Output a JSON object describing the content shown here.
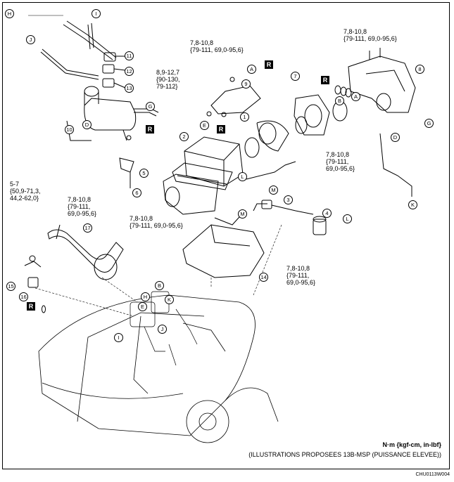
{
  "part_numbers": [
    "1",
    "2",
    "3",
    "4",
    "5",
    "6",
    "7",
    "8",
    "9",
    "10",
    "11",
    "12",
    "13",
    "14",
    "15",
    "16",
    "17"
  ],
  "hose_letters": [
    "A",
    "A",
    "B",
    "B",
    "D",
    "D",
    "E",
    "E",
    "G",
    "G",
    "H",
    "H",
    "I",
    "I",
    "J",
    "J",
    "K",
    "K",
    "L",
    "L",
    "M",
    "M"
  ],
  "o_ring_mark": "R",
  "torque_specs": {
    "t1": "7,8-10,8\n{79-111, 69,0-95,6}",
    "t2": "7,8-10,8\n{79-111, 69,0-95,6}",
    "t3": "8,9-12,7\n{90-130,\n79-112}",
    "t4": "7,8-10,8\n{79-111,\n69,0-95,6}",
    "t5": "5-7\n{50,9-71,3,\n44,2-62,0}",
    "t6": "7,8-10,8\n{79-111,\n69,0-95,6}",
    "t7": "7,8-10,8\n{79-111, 69,0-95,6}",
    "t8": "7,8-10,8\n{79-111,\n69,0-95,6}"
  },
  "units": "N·m {kgf-cm, in-lbf}",
  "caption": "(ILLUSTRATIONS PROPOSEES 13B-MSP (PUISSANCE ELEVEE))",
  "figure_code": "CHU0113W004"
}
